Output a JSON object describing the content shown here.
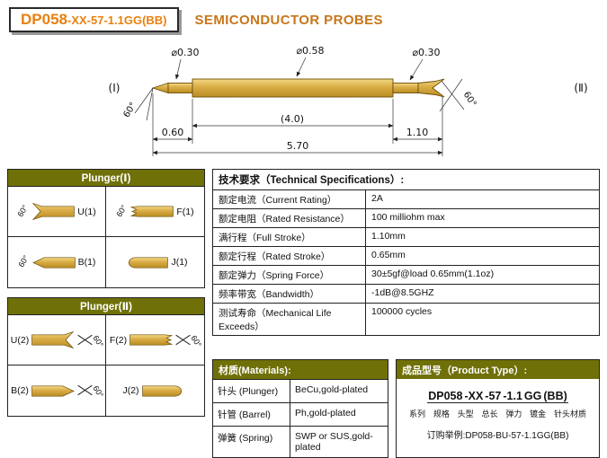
{
  "header": {
    "title_main": "DP058",
    "title_rest": "-XX-57-1.1GG(BB)",
    "subtitle": "SEMICONDUCTOR PROBES"
  },
  "colors": {
    "accent": "#E8800F",
    "subtitle": "#C8761A",
    "olive": "#6F7008",
    "goldLight": "#F2D983",
    "goldMid": "#D9AB45",
    "goldDark": "#B98D22",
    "goldStroke": "#6B4E08"
  },
  "drawing": {
    "dia_left": "⌀0.30",
    "dia_body": "⌀0.58",
    "dia_right": "⌀0.30",
    "end_left": "(Ⅰ)",
    "end_right": "(Ⅱ)",
    "angle_left": "60°",
    "angle_right": "60°",
    "dim_body": "(4.0)",
    "dim_left": "0.60",
    "dim_total": "5.70",
    "dim_right": "1.10"
  },
  "plunger1": {
    "title": "Plunger(Ⅰ)",
    "cells": [
      {
        "label": "U(1)",
        "angle": "60°",
        "tip": "u"
      },
      {
        "label": "F(1)",
        "angle": "60°",
        "tip": "f"
      },
      {
        "label": "B(1)",
        "angle": "60°",
        "tip": "b"
      },
      {
        "label": "J(1)",
        "angle": "",
        "tip": "j"
      }
    ]
  },
  "plunger2": {
    "title": "Plunger(Ⅱ)",
    "cells": [
      {
        "label": "U(2)",
        "angle": "60°",
        "tip": "u"
      },
      {
        "label": "F(2)",
        "angle": "60°",
        "tip": "f"
      },
      {
        "label": "B(2)",
        "angle": "60°",
        "tip": "b"
      },
      {
        "label": "J(2)",
        "angle": "",
        "tip": "j"
      }
    ]
  },
  "specs": {
    "title": "技术要求（Technical Specifications）:",
    "rows": [
      {
        "label": "额定电流（Current Rating）",
        "value": "2A"
      },
      {
        "label": "额定电阻（Rated Resistance）",
        "value": "100 milliohm max"
      },
      {
        "label": "满行程（Full Stroke）",
        "value": "1.10mm"
      },
      {
        "label": "额定行程（Rated Stroke）",
        "value": "0.65mm"
      },
      {
        "label": "额定弹力（Spring Force）",
        "value": "30±5gf@load 0.65mm(1.1oz)"
      },
      {
        "label": "频率带宽（Bandwidth）",
        "value": "-1dB@8.5GHZ"
      },
      {
        "label": "测试寿命（Mechanical Life Exceeds）",
        "value": "100000 cycles"
      }
    ]
  },
  "materials": {
    "title": "材质(Materials):",
    "rows": [
      {
        "label": "针头 (Plunger)",
        "value": "BeCu,gold-plated"
      },
      {
        "label": "针管 (Barrel)",
        "value": "Ph,gold-plated"
      },
      {
        "label": "弹簧 (Spring)",
        "value": "SWP or SUS,gold-plated"
      }
    ]
  },
  "product": {
    "title": "成品型号（Product Type）:",
    "segments": [
      "DP058",
      "-XX",
      "-57",
      "-1.1",
      "GG",
      "(BB)"
    ],
    "seg_labels": [
      "系列",
      "规格",
      "头型",
      "总长",
      "弹力",
      "镀金",
      "针头材质"
    ],
    "order_example": "订购举例:DP058-BU-57-1.1GG(BB)"
  }
}
